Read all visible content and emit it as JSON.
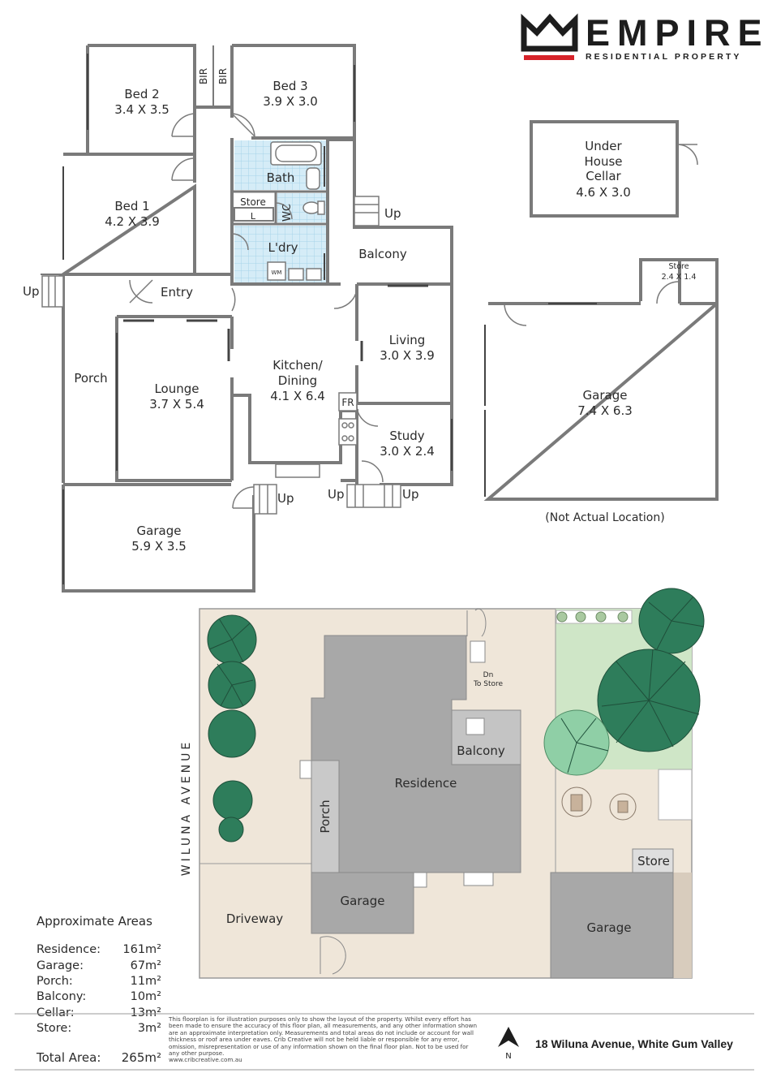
{
  "brand": {
    "name": "EMPIRE",
    "tagline": "RESIDENTIAL PROPERTY",
    "accent_color": "#d6232a"
  },
  "floor_plan": {
    "rooms": {
      "bed2": {
        "name": "Bed 2",
        "dims": "3.4 X 3.5"
      },
      "bed3": {
        "name": "Bed 3",
        "dims": "3.9 X 3.0"
      },
      "bir": "BIR",
      "bath": "Bath",
      "store": "Store",
      "l_mark": "L",
      "wc": "WC",
      "bed1": {
        "name": "Bed 1",
        "dims": "4.2 X 3.9"
      },
      "laundry": "L'dry",
      "wm": "WM",
      "balcony": "Balcony",
      "entry": "Entry",
      "porch": "Porch",
      "lounge": {
        "name": "Lounge",
        "dims": "3.7 X 5.4"
      },
      "kitchen": {
        "line1": "Kitchen/",
        "line2": "Dining",
        "dims": "4.1 X 6.4"
      },
      "living": {
        "name": "Living",
        "dims": "3.0 X 3.9"
      },
      "fr": "FR",
      "study": {
        "name": "Study",
        "dims": "3.0 X 2.4"
      },
      "garage": {
        "name": "Garage",
        "dims": "5.9 X 3.5"
      }
    },
    "up_label": "Up",
    "cellar": {
      "line1": "Under",
      "line2": "House",
      "line3": "Cellar",
      "dims": "4.6 X 3.0"
    },
    "detached_store": {
      "name": "Store",
      "dims": "2.4 X 1.4"
    },
    "detached_garage": {
      "name": "Garage",
      "dims": "7.4 X 6.3"
    },
    "not_actual": "(Not Actual Location)"
  },
  "site_plan": {
    "street": "WILUNA AVENUE",
    "dn_store": {
      "line1": "Dn",
      "line2": "To Store"
    },
    "balcony": "Balcony",
    "residence": "Residence",
    "porch": "Porch",
    "store": "Store",
    "garage": "Garage",
    "driveway": "Driveway",
    "rear_garage": "Garage"
  },
  "areas": {
    "title": "Approximate Areas",
    "rows": [
      {
        "label": "Residence:",
        "value": "161m²"
      },
      {
        "label": "Garage:",
        "value": "67m²"
      },
      {
        "label": "Porch:",
        "value": "11m²"
      },
      {
        "label": "Balcony:",
        "value": "10m²"
      },
      {
        "label": "Cellar:",
        "value": "13m²"
      },
      {
        "label": "Store:",
        "value": "3m²"
      }
    ],
    "total_label": "Total Area:",
    "total_value": "265m²"
  },
  "disclaimer": "This floorplan is for illustration purposes only to show the layout of the property. Whilst every effort has been made to ensure the accuracy of this floor plan, all measurements, and any other information shown are an approximate interpretation only. Measurements and total areas do not include or account for wall thickness or roof area under eaves. Crib Creative will not be held liable or responsible for any error, omission, misrepresentation or use of any information shown on the final floor plan. Not to be used for any other purpose.",
  "credit": "www.cribcreative.com.au",
  "compass": "N",
  "address": "18 Wiluna Avenue, White Gum Valley"
}
